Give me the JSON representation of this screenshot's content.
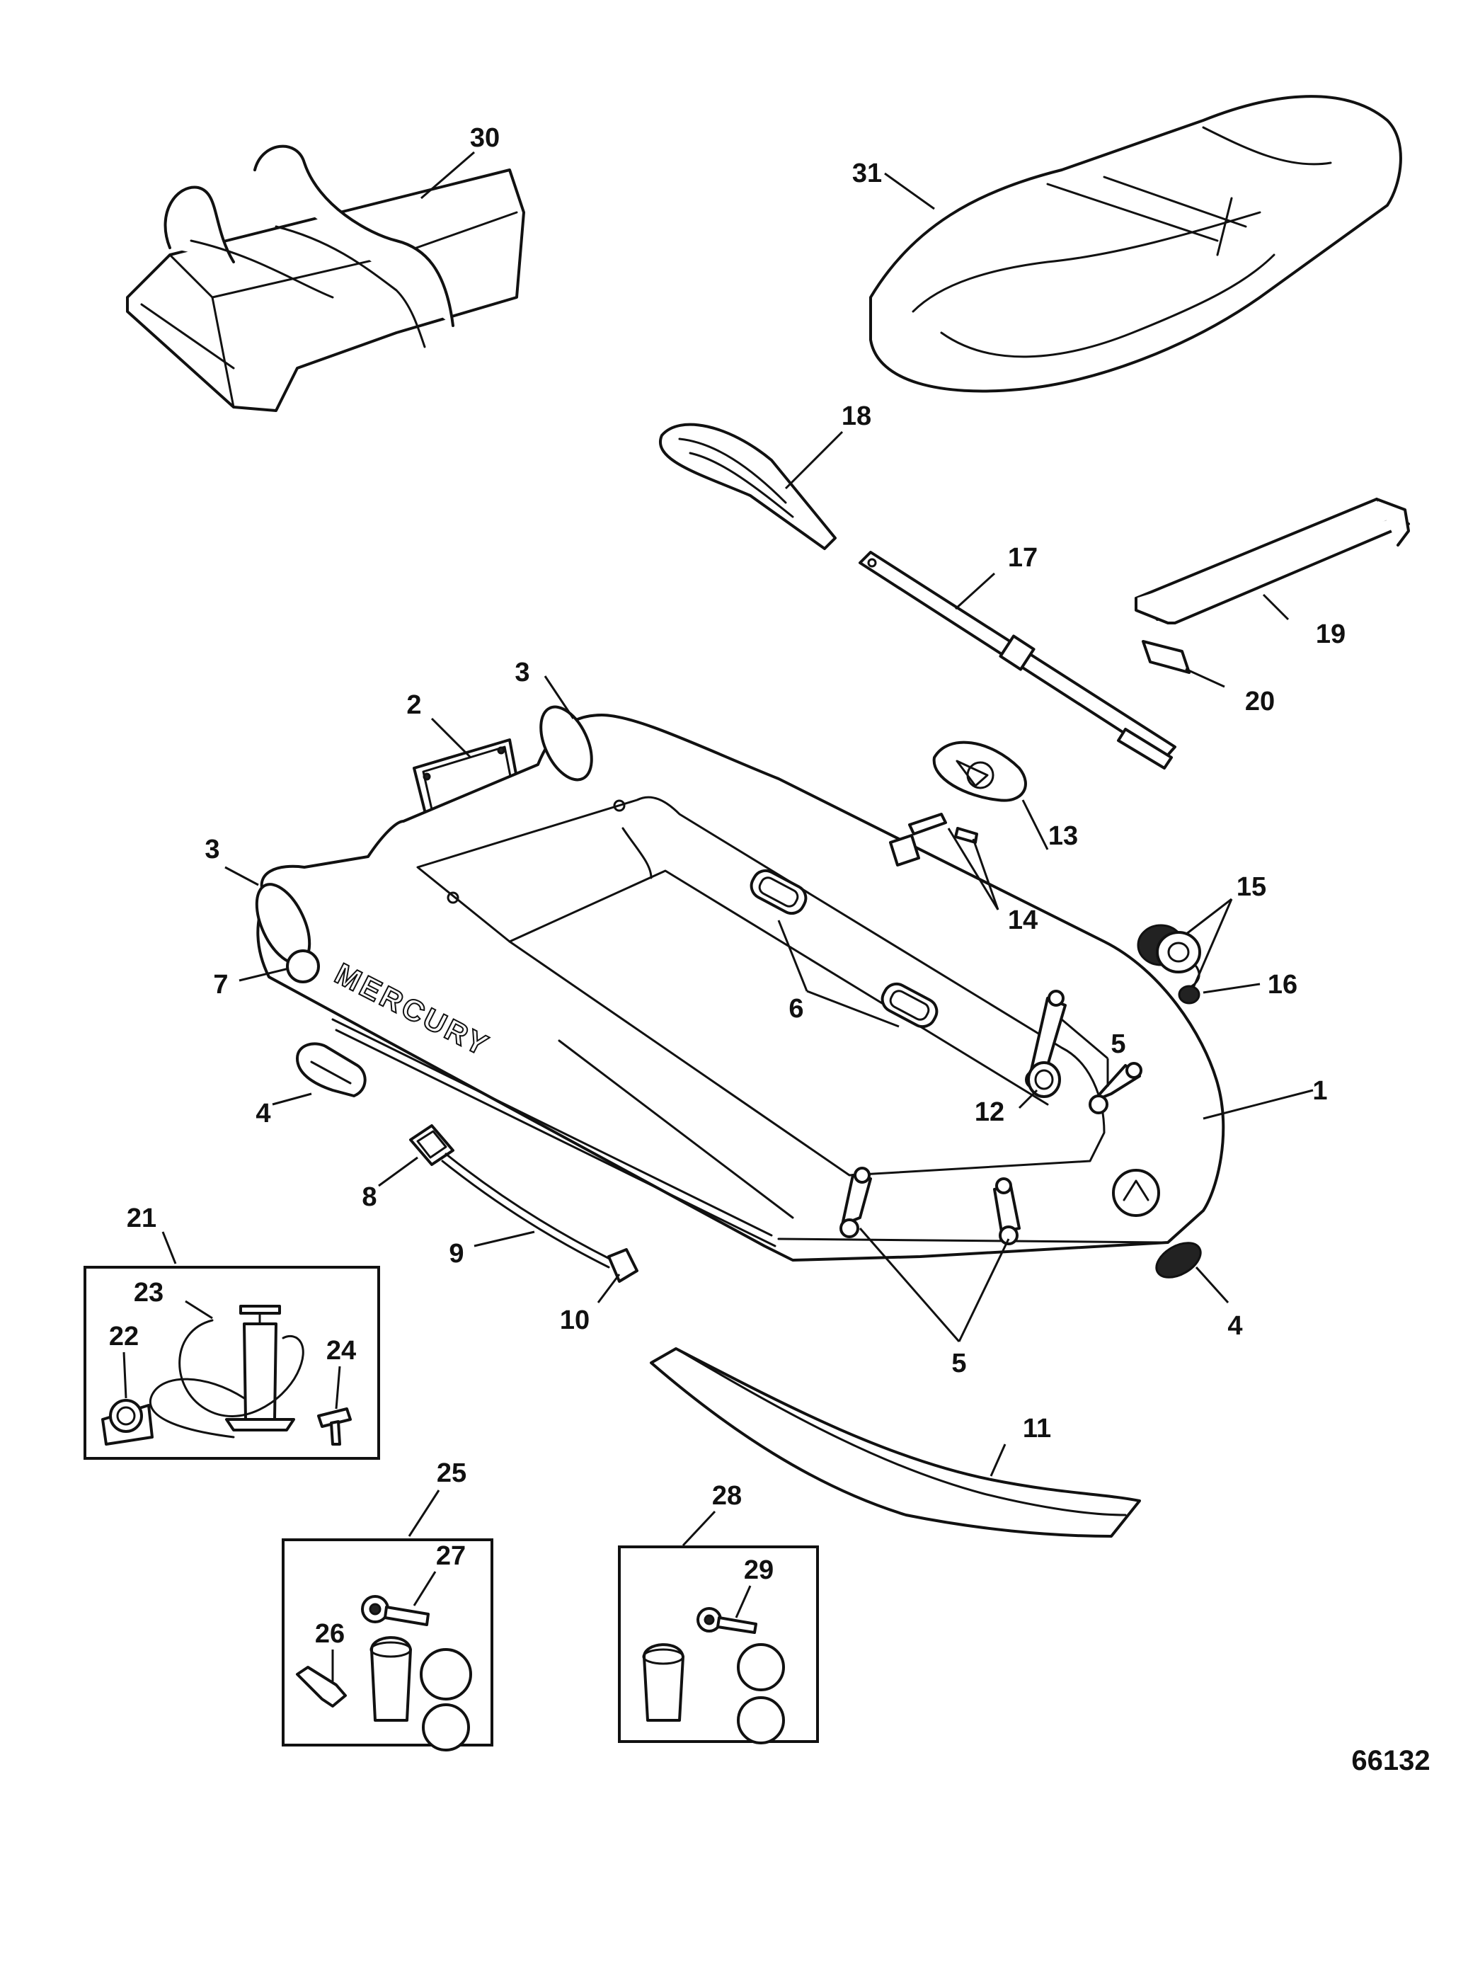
{
  "diagram": {
    "figure_number": "66132",
    "brand_marking": "MERCURY",
    "callouts": [
      {
        "id": "c1",
        "label": "1"
      },
      {
        "id": "c2",
        "label": "2"
      },
      {
        "id": "c3a",
        "label": "3"
      },
      {
        "id": "c3b",
        "label": "3"
      },
      {
        "id": "c4a",
        "label": "4"
      },
      {
        "id": "c4b",
        "label": "4"
      },
      {
        "id": "c5a",
        "label": "5"
      },
      {
        "id": "c5b",
        "label": "5"
      },
      {
        "id": "c6",
        "label": "6"
      },
      {
        "id": "c7",
        "label": "7"
      },
      {
        "id": "c8",
        "label": "8"
      },
      {
        "id": "c9",
        "label": "9"
      },
      {
        "id": "c10",
        "label": "10"
      },
      {
        "id": "c11",
        "label": "11"
      },
      {
        "id": "c12",
        "label": "12"
      },
      {
        "id": "c13",
        "label": "13"
      },
      {
        "id": "c14",
        "label": "14"
      },
      {
        "id": "c15",
        "label": "15"
      },
      {
        "id": "c16",
        "label": "16"
      },
      {
        "id": "c17",
        "label": "17"
      },
      {
        "id": "c18",
        "label": "18"
      },
      {
        "id": "c19",
        "label": "19"
      },
      {
        "id": "c20",
        "label": "20"
      },
      {
        "id": "c21",
        "label": "21"
      },
      {
        "id": "c22",
        "label": "22"
      },
      {
        "id": "c23",
        "label": "23"
      },
      {
        "id": "c24",
        "label": "24"
      },
      {
        "id": "c25",
        "label": "25"
      },
      {
        "id": "c26",
        "label": "26"
      },
      {
        "id": "c27",
        "label": "27"
      },
      {
        "id": "c28",
        "label": "28"
      },
      {
        "id": "c29",
        "label": "29"
      },
      {
        "id": "c30",
        "label": "30"
      },
      {
        "id": "c31",
        "label": "31"
      }
    ]
  }
}
